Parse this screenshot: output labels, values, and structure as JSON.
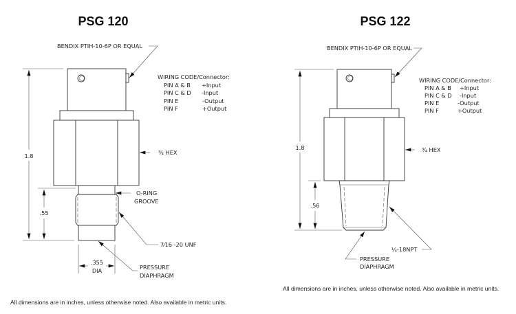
{
  "drawings": [
    {
      "title": "PSG 120",
      "connector_note": "BENDIX PTIH-10-6P OR EQUAL",
      "wiring_title": "WIRING CODE/Connector:",
      "wiring": [
        {
          "pin": "PIN A & B",
          "signal": "+Input"
        },
        {
          "pin": "PIN C & D",
          "signal": "-Input"
        },
        {
          "pin": "PIN E",
          "signal": "-Output"
        },
        {
          "pin": "PIN F",
          "signal": "+Output"
        }
      ],
      "overall_height": "1.8",
      "hex_label": "¾ HEX",
      "port_length": ".55",
      "oring_1": "O-RING",
      "oring_2": "GROOVE",
      "thread": "7⁄16 -20 UNF",
      "dia_value": ".355",
      "dia_label": "DIA",
      "diaphragm_1": "PRESSURE",
      "diaphragm_2": "DIAPHRAGM",
      "footer": "All dimensions are in inches, unless otherwise noted. Also available in metric units."
    },
    {
      "title": "PSG 122",
      "connector_note": "BENDIX PTIH-10-6P OR EQUAL",
      "wiring_title": "WIRING CODE/Connector:",
      "wiring": [
        {
          "pin": "PIN A & B",
          "signal": "+Input"
        },
        {
          "pin": "PIN C & D",
          "signal": "-Input"
        },
        {
          "pin": "PIN E",
          "signal": "-Output"
        },
        {
          "pin": "PIN F",
          "signal": "+Output"
        }
      ],
      "overall_height": "1.8",
      "hex_label": "¾ HEX",
      "port_length": ".56",
      "thread": "¼-18NPT",
      "diaphragm_1": "PRESSURE",
      "diaphragm_2": "DIAPHRAGM",
      "footer": "All dimensions are in inches, unless otherwise noted. Also available in metric units."
    }
  ]
}
